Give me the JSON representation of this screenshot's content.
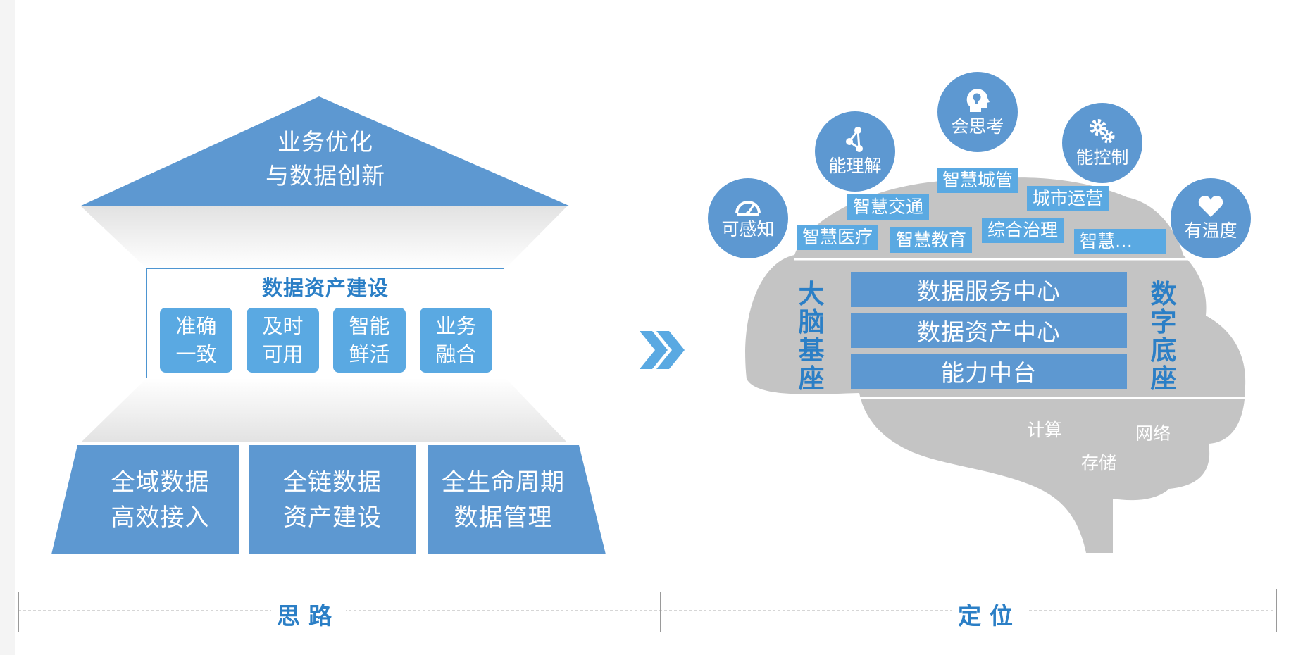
{
  "roof": {
    "line1": "业务优化",
    "line2": "与数据创新"
  },
  "asset": {
    "title": "数据资产建设",
    "tiles": [
      {
        "line1": "准确",
        "line2": "一致"
      },
      {
        "line1": "及时",
        "line2": "可用"
      },
      {
        "line1": "智能",
        "line2": "鲜活"
      },
      {
        "line1": "业务",
        "line2": "融合"
      }
    ]
  },
  "columns": [
    {
      "line1": "全域数据",
      "line2": "高效接入"
    },
    {
      "line1": "全链数据",
      "line2": "资产建设"
    },
    {
      "line1": "全生命周期",
      "line2": "数据管理"
    }
  ],
  "abilities": {
    "perceive": "可感知",
    "understand": "能理解",
    "think": "会思考",
    "control": "能控制",
    "warmth": "有温度"
  },
  "scenarios": {
    "city_mgmt": "智慧城管",
    "traffic": "智慧交通",
    "city_ops": "城市运营",
    "medical": "智慧医疗",
    "education": "智慧教育",
    "governance": "综合治理",
    "more": "智慧…"
  },
  "platform": {
    "services": "数据服务中心",
    "assets": "数据资产中心",
    "capability": "能力中台"
  },
  "brain_base": {
    "c1": "大",
    "c2": "脑",
    "c3": "基",
    "c4": "座"
  },
  "digital_base": {
    "c1": "数",
    "c2": "字",
    "c3": "底",
    "c4": "座"
  },
  "infra": {
    "compute": "计算",
    "network": "网络",
    "storage": "存储"
  },
  "sections": {
    "left": "思路",
    "right": "定位"
  },
  "colors": {
    "blue": "#5d98d1",
    "light_blue": "#5aa9e2",
    "text_blue": "#2b7fc6",
    "brain_gray": "#c4c4c4"
  }
}
